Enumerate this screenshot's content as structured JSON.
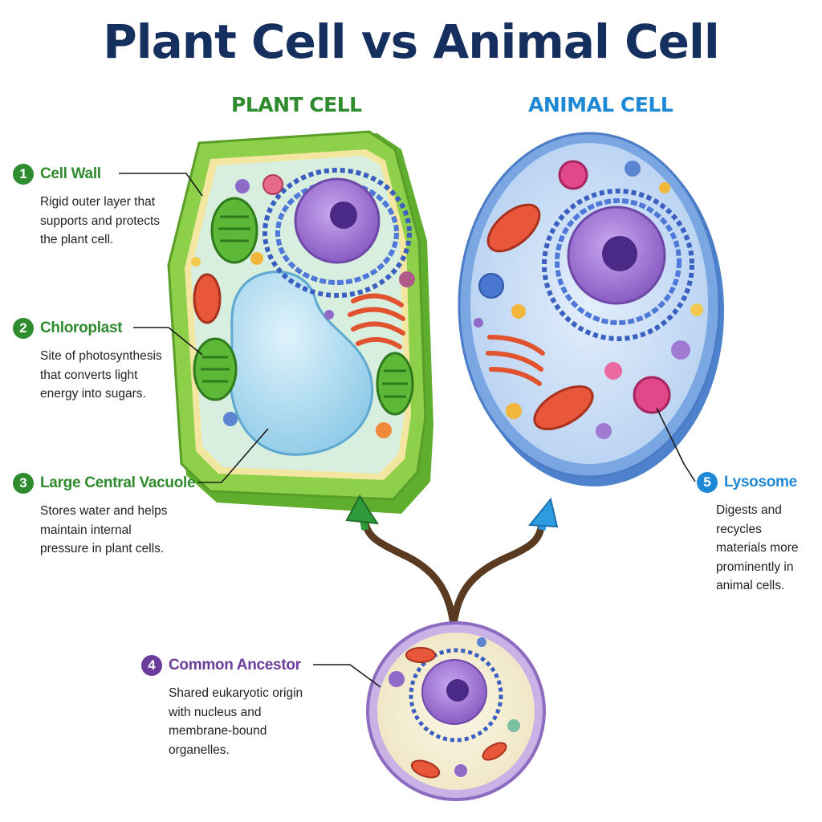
{
  "title": "Plant Cell vs Animal Cell",
  "headings": {
    "plant": "PLANT CELL",
    "animal": "ANIMAL CELL"
  },
  "callouts": [
    {
      "number": "1",
      "title": "Cell Wall",
      "description": "Rigid outer layer that\nsupports and protects\nthe plant cell."
    },
    {
      "number": "2",
      "title": "Chloroplast",
      "description": "Site of photosynthesis\nthat converts light\nenergy into sugars."
    },
    {
      "number": "3",
      "title": "Large Central Vacuole",
      "description": "Stores water and helps\nmaintain internal\npressure in plant cells."
    },
    {
      "number": "4",
      "title": "Common Ancestor",
      "description": "Shared eukaryotic origin\nwith nucleus and\nmembrane-bound\norganelles."
    },
    {
      "number": "5",
      "title": "Lysosome",
      "description": "Digests and recycles\nmaterials more\nprominently in\nanimal cells."
    }
  ],
  "colors": {
    "title": "#15305e",
    "plant_green": "#2e8b2e",
    "animal_blue": "#1e88d4",
    "ancestor_purple": "#6a3d9a",
    "cell_wall": "#7cc242",
    "animal_membrane": "#5b8fd6",
    "nucleus": "#9b6fd0",
    "vacuole": "#a6d8f0",
    "trunk_brown": "#5a3b22"
  },
  "icons": [
    "plant-cell-illustration",
    "animal-cell-illustration",
    "ancestor-cell-illustration",
    "branch-arrow-green",
    "branch-arrow-blue"
  ]
}
